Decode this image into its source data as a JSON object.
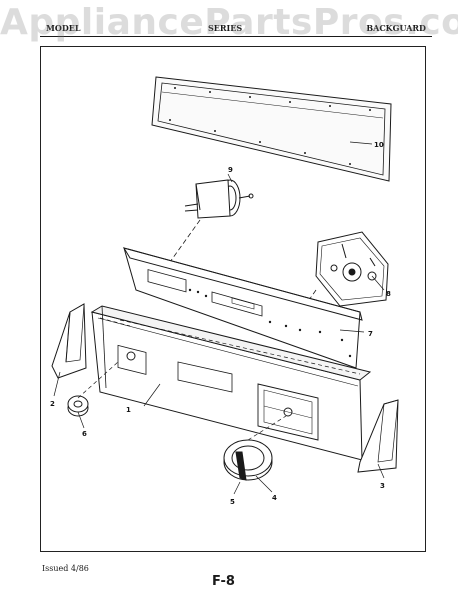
{
  "watermark": "AppliancePartsPros.com",
  "header": {
    "left": "MODEL",
    "middle": "SERIES",
    "right": "BACKGUARD"
  },
  "footer": {
    "issued": "Issued 4/86",
    "page": "F-8"
  },
  "callouts": [
    "1",
    "2",
    "3",
    "4",
    "5",
    "6",
    "7",
    "8",
    "9",
    "10"
  ]
}
